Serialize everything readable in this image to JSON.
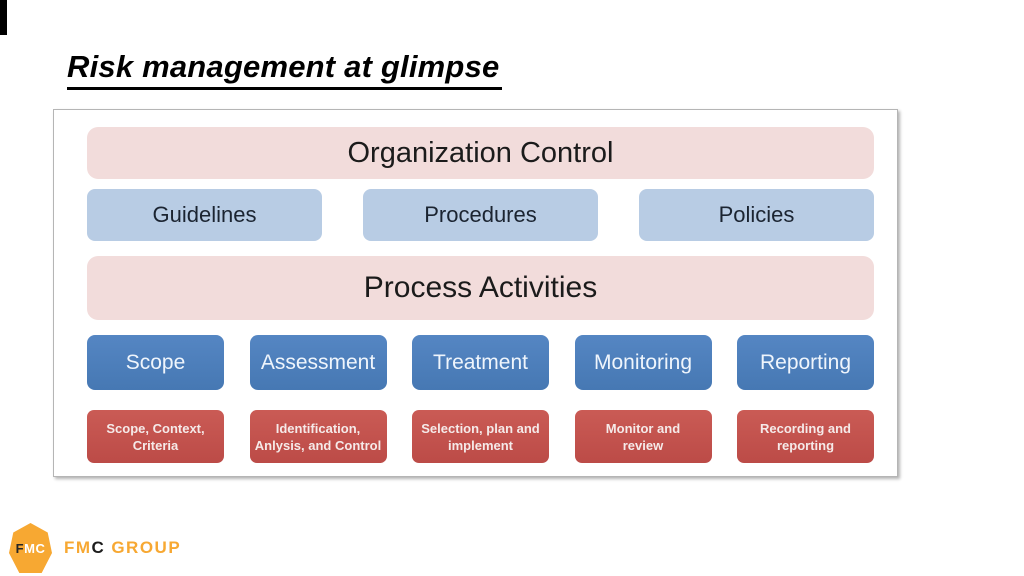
{
  "slide": {
    "title": "Risk management at glimpse"
  },
  "diagram": {
    "organization_control_label": "Organization Control",
    "governance_items": [
      "Guidelines",
      "Procedures",
      "Policies"
    ],
    "process_activities_label": "Process Activities",
    "stages": [
      {
        "label": "Scope",
        "detail_lines": [
          "Scope, Context,",
          "Criteria"
        ]
      },
      {
        "label": "Assessment",
        "detail_lines": [
          "Identification,",
          "Anlysis, and Control"
        ]
      },
      {
        "label": "Treatment",
        "detail_lines": [
          "Selection, plan and",
          "implement"
        ]
      },
      {
        "label": "Monitoring",
        "detail_lines": [
          "Monitor and",
          "review"
        ]
      },
      {
        "label": "Reporting",
        "detail_lines": [
          "Recording and",
          "reporting"
        ]
      }
    ],
    "colors": {
      "band_pink": "#f2dcdb",
      "governance_blue": "#b8cce4",
      "stage_blue": "#4f81bd",
      "detail_red": "#c0504d",
      "panel_border": "#b5b5b5"
    }
  },
  "logo": {
    "badge_letter_first": "F",
    "badge_letters_rest": "MC",
    "wordmark_fm": "FM",
    "wordmark_c": "C",
    "wordmark_group": "GROUP",
    "orange": "#f7a832"
  }
}
